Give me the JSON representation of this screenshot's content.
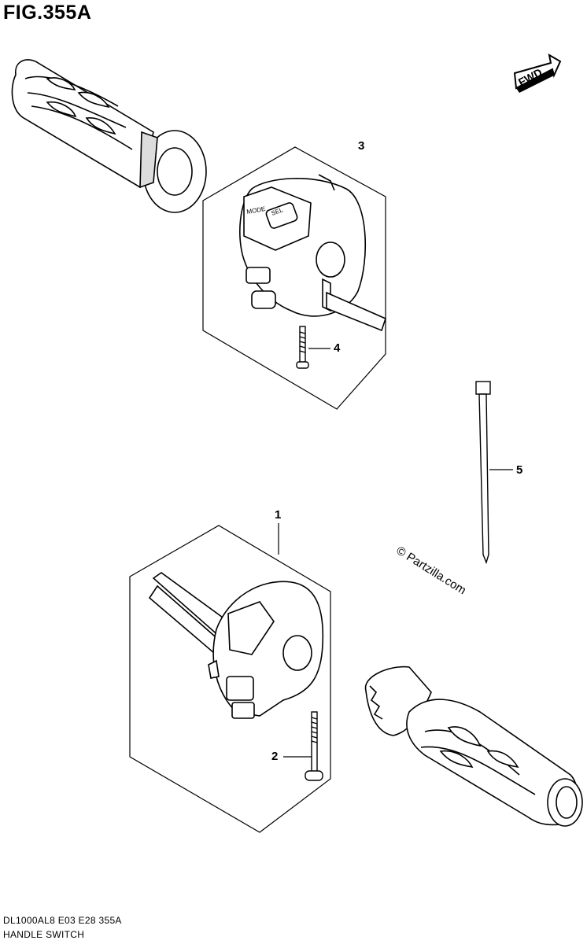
{
  "figure": {
    "title": "FIG.355A",
    "direction_label": "FWD"
  },
  "callouts": [
    {
      "id": "1",
      "label": "1"
    },
    {
      "id": "2",
      "label": "2"
    },
    {
      "id": "3",
      "label": "3"
    },
    {
      "id": "4",
      "label": "4"
    },
    {
      "id": "5",
      "label": "5"
    }
  ],
  "switch_labels": {
    "upper_mode": "MODE",
    "upper_sel": "SEL"
  },
  "watermark": "© Partzilla.com",
  "footer": {
    "model_code": "DL1000AL8  E03  E28  355A",
    "section_name": "HANDLE SWITCH"
  }
}
